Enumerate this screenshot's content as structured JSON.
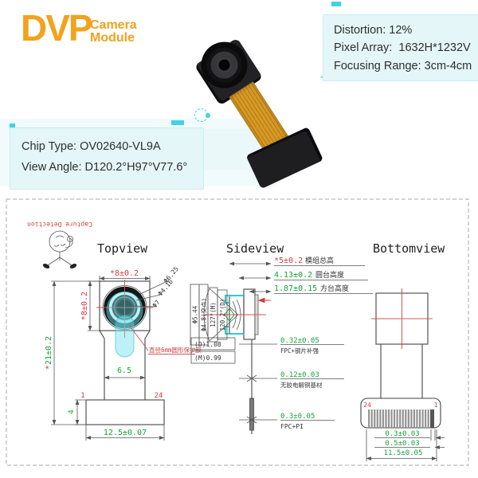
{
  "brand": {
    "logo": "DVP",
    "tagline_line1": "Camera",
    "tagline_line2": "Module"
  },
  "specs_top": {
    "lines": [
      "Distortion: 12%",
      "Pixel Array:  1632H*1232V",
      "Focusing Range: 3cm-4cm"
    ]
  },
  "specs_chip": {
    "lines": [
      "Chip Type: OV02640-VL9A",
      "View Angle: D120.2°H97°V77.6°"
    ]
  },
  "drawing": {
    "watermark": "Capture Detection",
    "views": {
      "top": "Topview",
      "side": "Sideview",
      "bottom": "Bottomview"
    },
    "topview": {
      "dim_width": "*8±0.2",
      "dim_height_inner": "*8±0.2",
      "dim_total_star": "*",
      "dim_total_value": "21±0.2",
      "dia_outer": "Φ6.25",
      "dia_mid": "Φ4.16",
      "dia_lens": "Φ7",
      "film_note": "直径6mm圆形保护膜",
      "dim_neck": "6.5",
      "pin_first": "1",
      "pin_last": "24",
      "dim_conn_h": "4",
      "dim_conn_w": "12.5±0.07"
    },
    "sideview": {
      "lens_dia": "Φ5.44",
      "lens_dia_cross": "Φ4.8(交点)",
      "angle_m": "127°(M)",
      "angle_d": "120.2°(D)",
      "box_d": "(D)1.08",
      "box_m": "(M)0.99",
      "h_total_star": "*",
      "h_total": "5±0.2",
      "h_total_label": "模组总高",
      "h_round": "4.13±0.2",
      "h_round_label": "圆台高度",
      "h_square": "1.87±0.15",
      "h_square_label": "方台高度",
      "t1": "0.32±0.05",
      "t1_label": "FPC+钢片补强",
      "t2": "0.12±0.03",
      "t2_label": "无胶电解铜基材",
      "t3": "0.3±0.05",
      "t3_label": "FPC+PI"
    },
    "bottomview": {
      "pin_last": "24",
      "pin_first": "1",
      "d1": "0.3±0.03",
      "d2": "0.5±0.03",
      "d3": "11.5±0.05"
    }
  },
  "colors": {
    "brand_orange": "#f2a21d",
    "accent_cyan": "#3ed3e8",
    "dim_green": "#17a33a",
    "dim_red": "#d43c3c",
    "spec_box_bg": "#e4f6f8"
  }
}
